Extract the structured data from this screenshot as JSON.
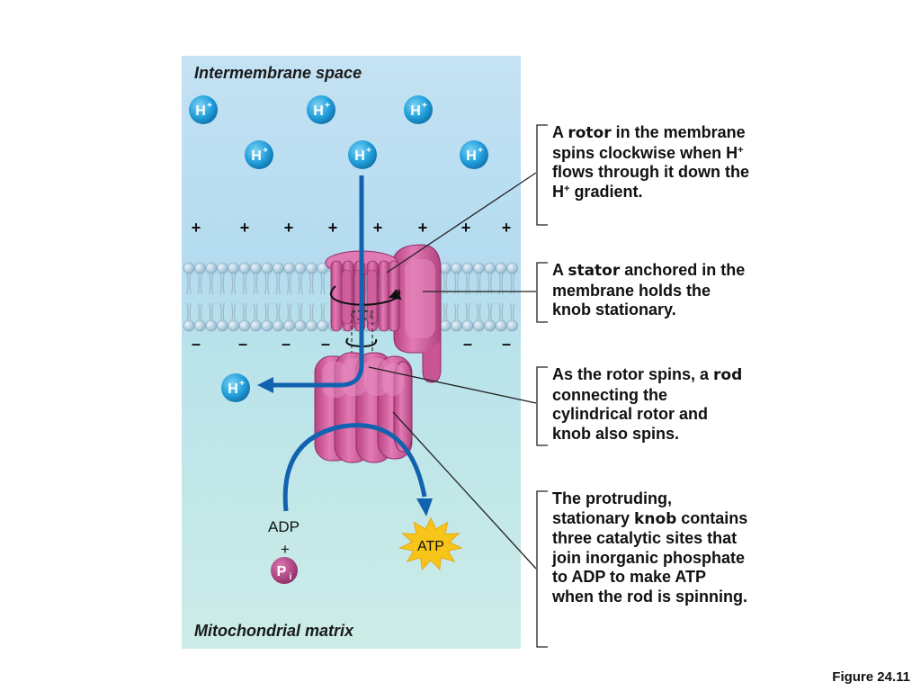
{
  "regions": {
    "top_label": "Intermembrane space",
    "bottom_label": "Mitochondrial matrix"
  },
  "ions": {
    "hplus_symbol": "H",
    "hplus_charge": "+"
  },
  "membrane_charges": {
    "top": "+",
    "bottom": "–"
  },
  "reactants": {
    "adp": "ADP",
    "plus": "+",
    "pi_symbol": "P",
    "pi_subscript": "i"
  },
  "product": {
    "atp": "ATP"
  },
  "callouts": {
    "rotor": {
      "pre": "A ",
      "key": "rotor",
      "post1": " in the membrane spins clockwise when H",
      "sup1": "+",
      "post2": " flows through it down the H",
      "sup2": "+",
      "post3": " gradient."
    },
    "stator": {
      "pre": "A ",
      "key": "stator",
      "post": " anchored in the membrane holds the knob stationary."
    },
    "rod": {
      "pre": "As the rotor spins, a ",
      "key": "rod",
      "post": " connecting the cylindrical rotor and knob also spins."
    },
    "knob": {
      "pre": "The protruding, stationary ",
      "key": "knob",
      "post": " contains three catalytic sites that join inorganic phosphate to ADP to make ATP when the rod is spinning."
    }
  },
  "figure_label": "Figure 24.11",
  "colors": {
    "intermembrane": "#bfe0f2",
    "matrix": "#c6eae6",
    "protein": "#d8609f",
    "protein_dark": "#a83a78",
    "arrow": "#1262b0",
    "ion": "#25a3dd",
    "atp_star": "#f7c51a",
    "pi": "#b0397f"
  }
}
